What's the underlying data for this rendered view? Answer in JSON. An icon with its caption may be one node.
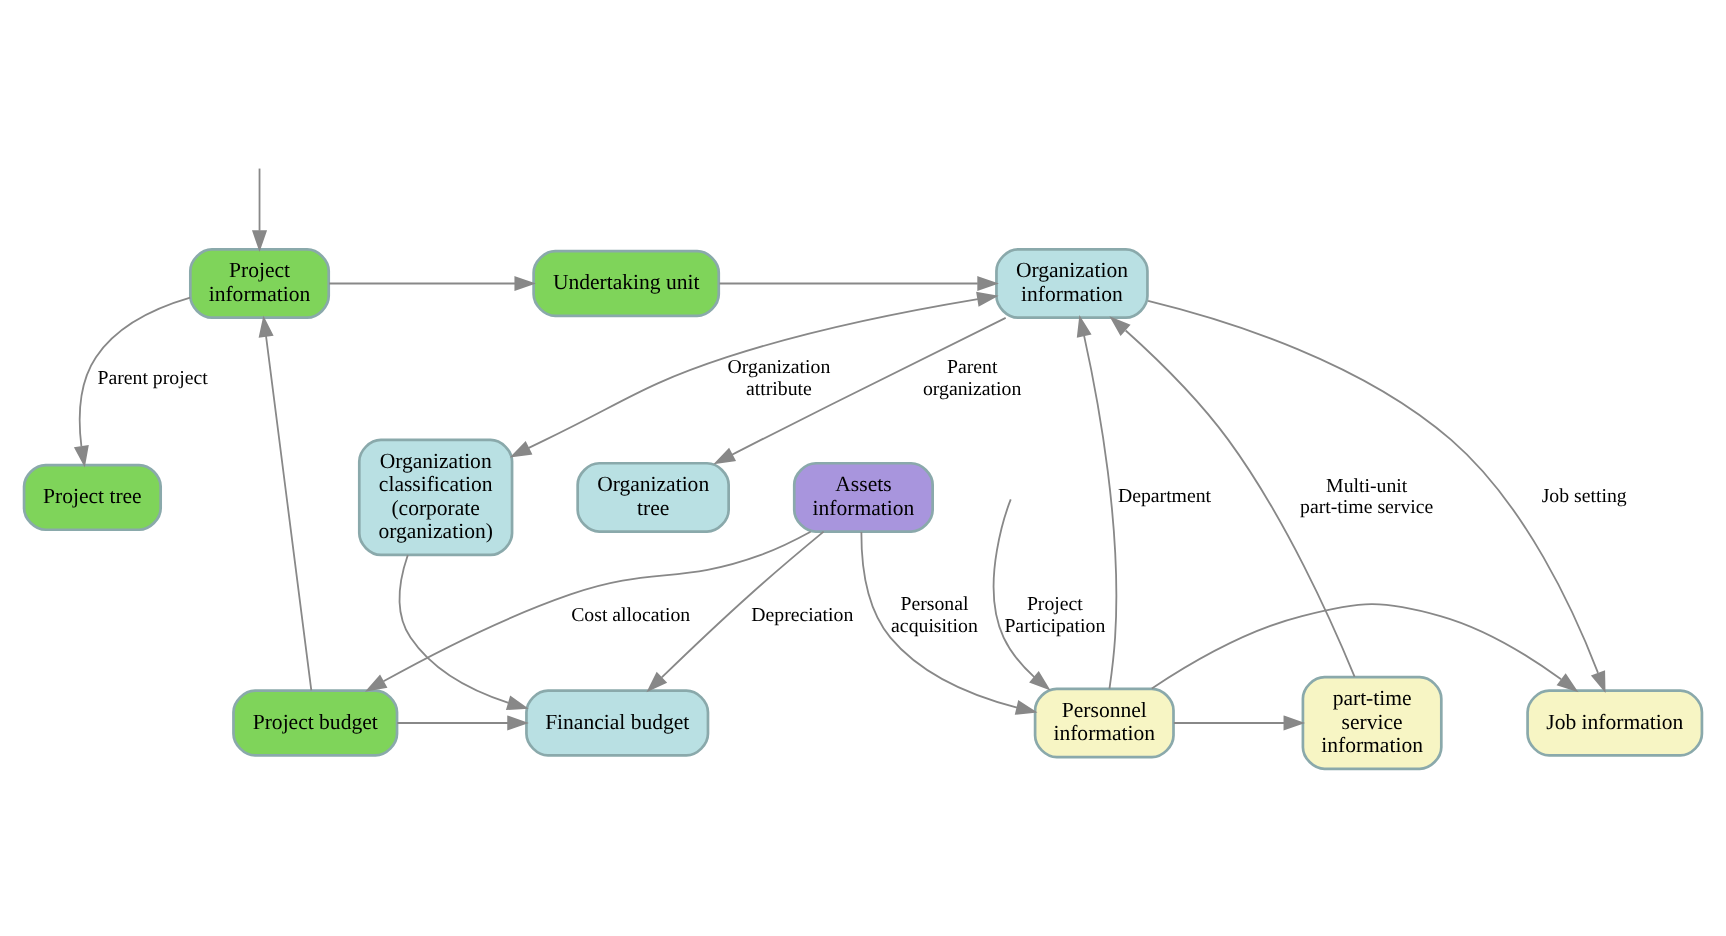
{
  "diagram": {
    "nodes": [
      {
        "text": [
          "Organization tree"
        ]
      },
      {
        "text": [
          "Organization information"
        ]
      },
      {
        "text": [
          "Organization classification (corporate organization)"
        ]
      },
      {
        "text": [
          "Undertaking unit"
        ]
      },
      {
        "text": [
          "Project tree"
        ]
      },
      {
        "text": [
          "Project information"
        ]
      },
      {
        "text": [
          "Project budget"
        ]
      },
      {
        "text": [
          "Financial budget"
        ]
      },
      {
        "text": [
          "part-time service information"
        ]
      },
      {
        "text": [
          "Personnel information"
        ]
      },
      {
        "text": [
          "Job information"
        ]
      },
      {
        "text": [
          "Assets information"
        ]
      }
    ],
    "edges": [
      {
        "from": 1,
        "to": 0,
        "arrow": "to",
        "label": "Parent organization"
      },
      {
        "from": 1,
        "to": 2,
        "arrow": "both",
        "label": "Organization attribute"
      },
      {
        "from": 3,
        "to": 1,
        "arrow": "to"
      },
      {
        "from": 5,
        "to": 3,
        "arrow": "to"
      },
      {
        "from": null,
        "to": 5,
        "arrow": "to"
      },
      {
        "from": 5,
        "to": 4,
        "arrow": "to",
        "label": "Parent project"
      },
      {
        "from": 6,
        "to": 5,
        "arrow": "to"
      },
      {
        "from": 6,
        "to": 7,
        "arrow": "to"
      },
      {
        "from": 2,
        "to": 7,
        "arrow": "to"
      },
      {
        "from": 11,
        "to": 7,
        "arrow": "to",
        "label": "Depreciation"
      },
      {
        "from": 11,
        "to": 6,
        "arrow": "to",
        "label": "Cost allocation"
      },
      {
        "from": 11,
        "to": 9,
        "arrow": "to",
        "label": "Personal acquisition"
      },
      {
        "from": null,
        "to": 9,
        "arrow": "to",
        "label": "Project Participation"
      },
      {
        "from": 9,
        "to": 1,
        "arrow": "to",
        "label": "Department"
      },
      {
        "from": 9,
        "to": 10,
        "arrow": "to"
      },
      {
        "from": 1,
        "to": 10,
        "arrow": "to",
        "label": "Job setting"
      },
      {
        "from": 9,
        "to": 8,
        "arrow": "to"
      },
      {
        "from": 8,
        "to": 1,
        "arrow": "to",
        "label": "Multi-unit part-time service"
      }
    ]
  }
}
